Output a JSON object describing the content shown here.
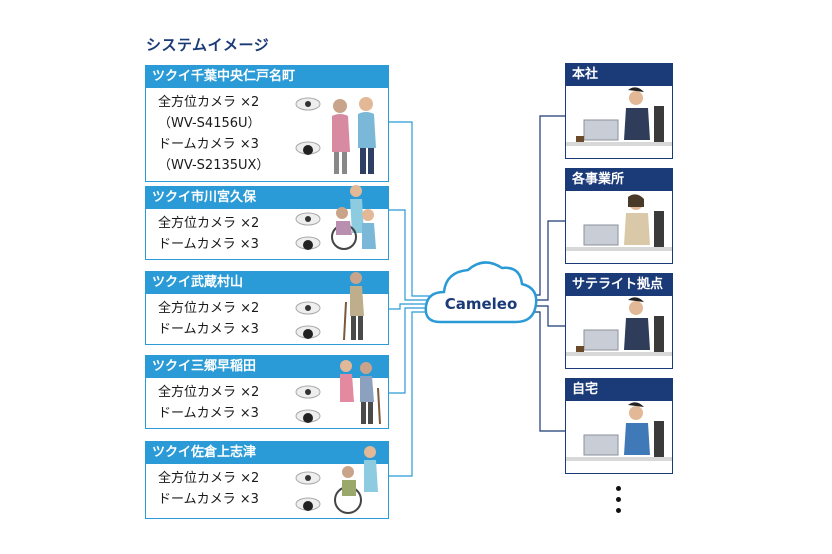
{
  "title": "システムイメージ",
  "cloud": {
    "label": "Cameleo"
  },
  "sites": [
    {
      "name": "ツクイ千葉中央仁戸名町",
      "cameras": [
        "全方位カメラ ×2",
        "（WV-S4156U）",
        "ドームカメラ ×3",
        "（WV-S2135UX）"
      ]
    },
    {
      "name": "ツクイ市川宮久保",
      "cameras": [
        "全方位カメラ ×2",
        "ドームカメラ ×3"
      ]
    },
    {
      "name": "ツクイ武蔵村山",
      "cameras": [
        "全方位カメラ ×2",
        "ドームカメラ ×3"
      ]
    },
    {
      "name": "ツクイ三郷早稲田",
      "cameras": [
        "全方位カメラ ×2",
        "ドームカメラ ×3"
      ]
    },
    {
      "name": "ツクイ佐倉上志津",
      "cameras": [
        "全方位カメラ ×2",
        "ドームカメラ ×3"
      ]
    }
  ],
  "offices": [
    {
      "name": "本社"
    },
    {
      "name": "各事業所"
    },
    {
      "name": "サテライト拠点"
    },
    {
      "name": "自宅"
    }
  ],
  "colors": {
    "site_accent": "#2a9bd6",
    "office_accent": "#1a3a78",
    "line": "#2a9bd6"
  }
}
